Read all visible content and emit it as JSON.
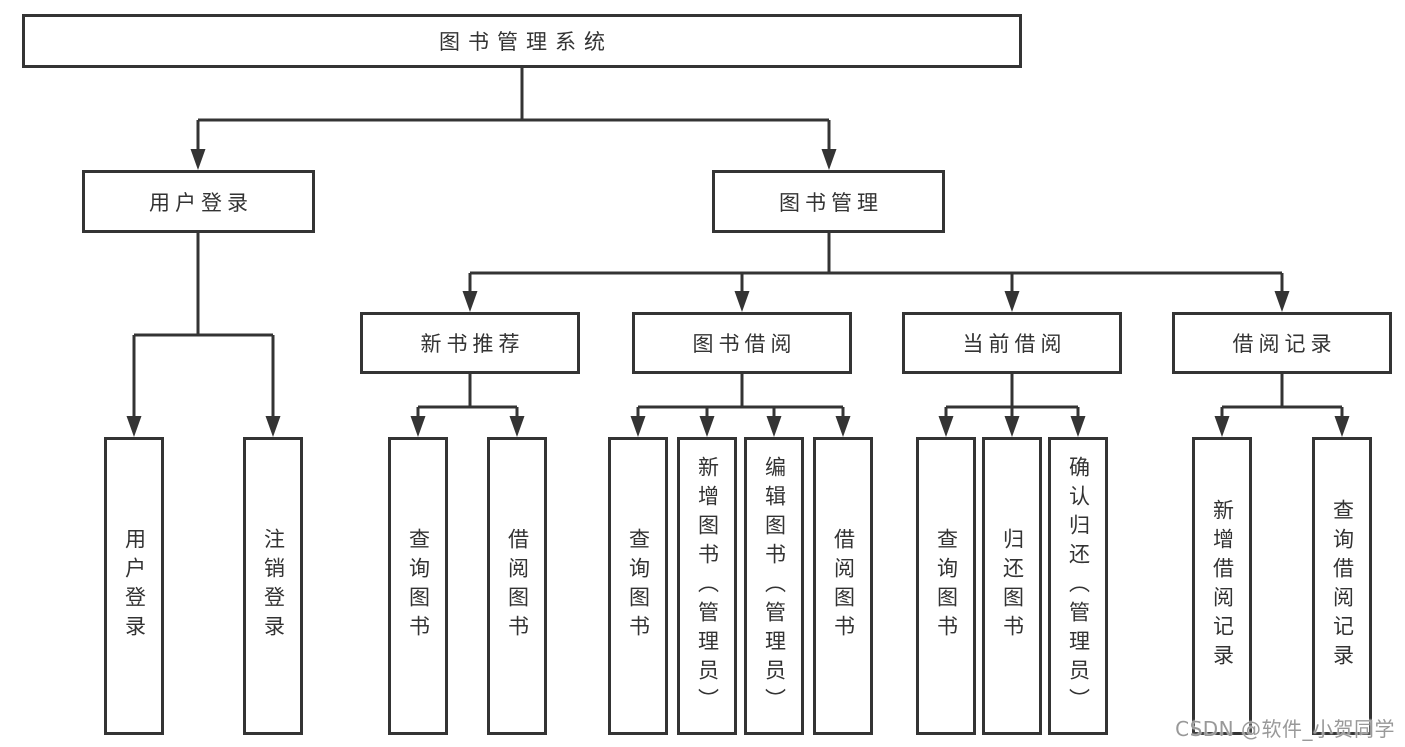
{
  "colors": {
    "line": "#343434",
    "text": "#333333",
    "box-bg": "#ffffff",
    "watermark": "#999999",
    "canvas-bg": "#ffffff"
  },
  "tree": {
    "root": {
      "label": "图书管理系统"
    },
    "children": [
      {
        "label": "用户登录",
        "children": [
          {
            "label": "用户登录"
          },
          {
            "label": "注销登录"
          }
        ]
      },
      {
        "label": "图书管理",
        "children": [
          {
            "label": "新书推荐",
            "children": [
              {
                "label": "查询图书"
              },
              {
                "label": "借阅图书"
              }
            ]
          },
          {
            "label": "图书借阅",
            "children": [
              {
                "label": "查询图书"
              },
              {
                "label": "新增图书（管理员）"
              },
              {
                "label": "编辑图书（管理员）"
              },
              {
                "label": "借阅图书"
              }
            ]
          },
          {
            "label": "当前借阅",
            "children": [
              {
                "label": "查询图书"
              },
              {
                "label": "归还图书"
              },
              {
                "label": "确认归还（管理员）"
              }
            ]
          },
          {
            "label": "借阅记录",
            "children": [
              {
                "label": "新增借阅记录"
              },
              {
                "label": "查询借阅记录"
              }
            ]
          }
        ]
      }
    ]
  },
  "watermark": {
    "text": "CSDN @软件_小贺同学"
  }
}
